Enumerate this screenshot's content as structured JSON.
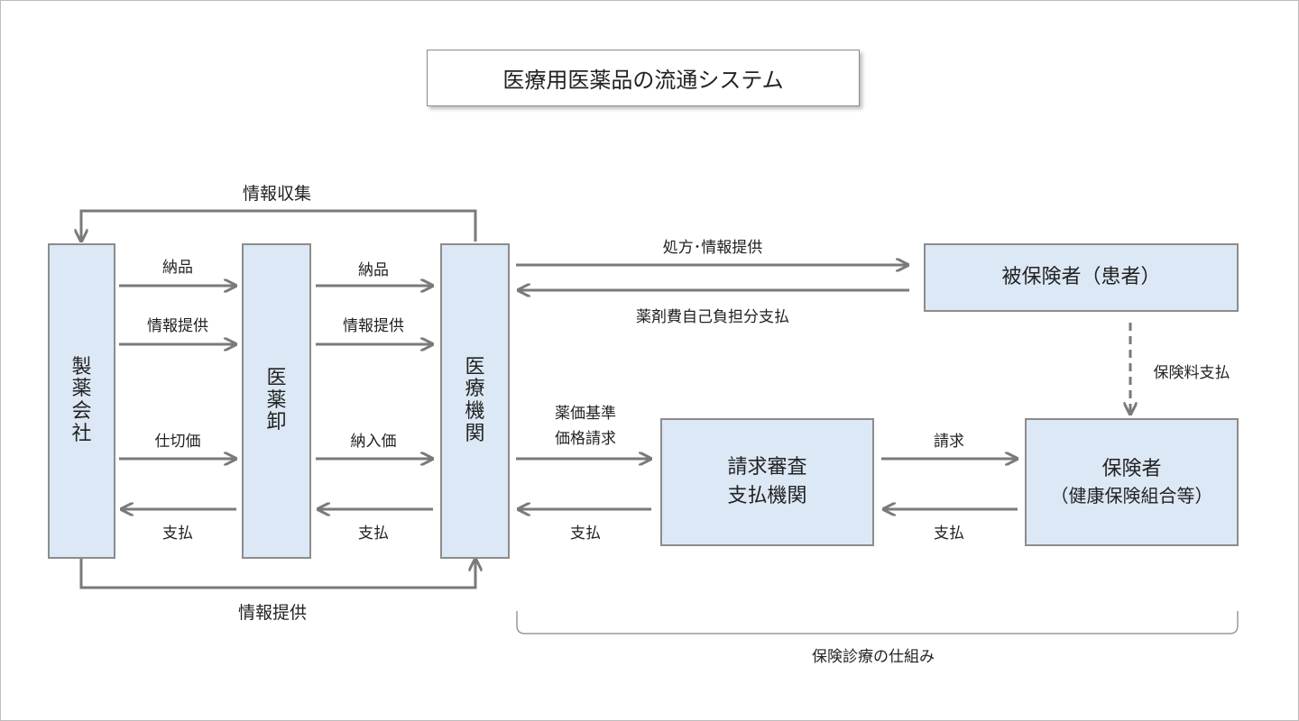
{
  "title": "医療用医薬品の流通システム",
  "nodes": {
    "manufacturer": "製薬会社",
    "wholesaler": "医薬卸",
    "medical_institution": "医療機関",
    "insured": "被保険者（患者）",
    "review_org_line1": "請求審査",
    "review_org_line2": "支払機関",
    "insurer_line1": "保険者",
    "insurer_line2": "（健康保険組合等）"
  },
  "labels": {
    "info_collection": "情報収集",
    "delivery_1": "納品",
    "info_provision_1": "情報提供",
    "sale_price": "仕切価",
    "payment_1": "支払",
    "delivery_2": "納品",
    "info_provision_2": "情報提供",
    "purchase_price": "納入価",
    "payment_2": "支払",
    "prescription_info": "処方･情報提供",
    "copay": "薬剤費自己負担分支払",
    "premium": "保険料支払",
    "drug_price_line1": "薬価基準",
    "drug_price_line2": "価格請求",
    "payment_3": "支払",
    "claim": "請求",
    "payment_4": "支払",
    "info_provision_bottom": "情報提供",
    "insurance_mechanism": "保険診療の仕組み"
  },
  "colors": {
    "node_fill": "#dce8f5",
    "node_border": "#8c8c8c",
    "arrow": "#7a7a7a"
  }
}
